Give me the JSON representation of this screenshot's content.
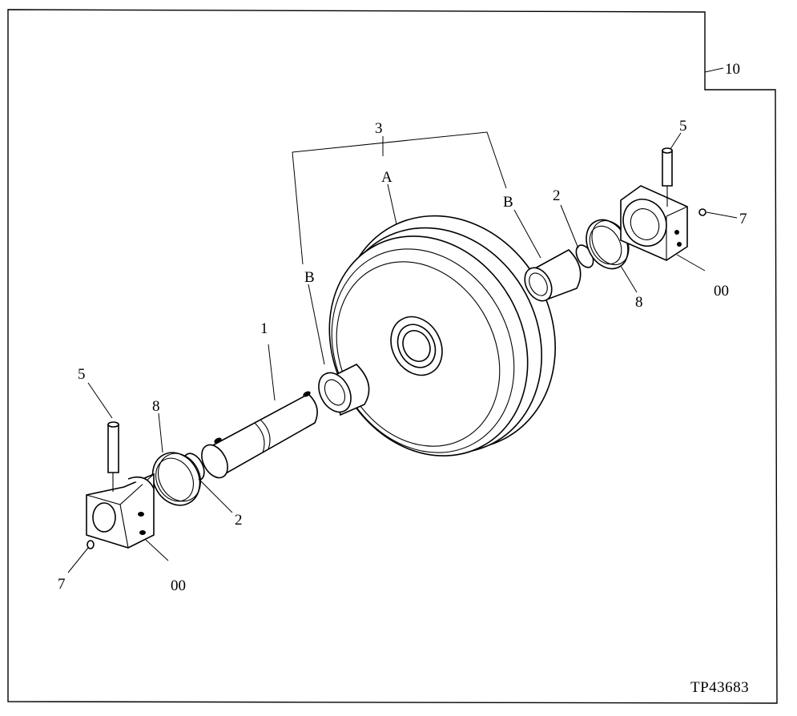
{
  "labels": {
    "frame": "10",
    "assembly": "3",
    "idler": "A",
    "bushing_right": "B",
    "bushing_left": "B",
    "shaft": "1",
    "pin_right": "5",
    "pin_left": "5",
    "oring_right": "2",
    "oring_left": "2",
    "seal_right": "8",
    "seal_left": "8",
    "plug_right": "7",
    "plug_left": "7",
    "bracket_right": "00",
    "bracket_left": "00"
  },
  "drawing_code": "TP43683"
}
